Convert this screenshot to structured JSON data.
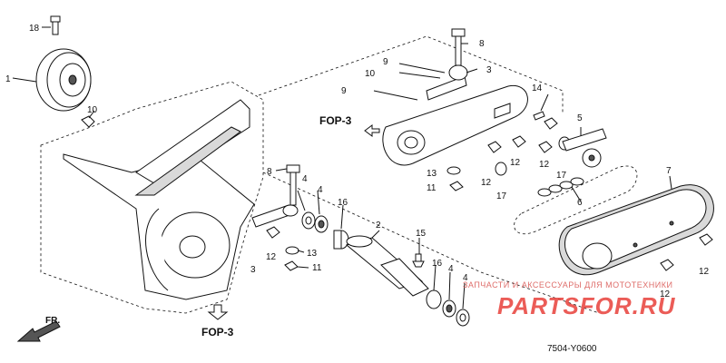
{
  "callouts": {
    "c1": "1",
    "c2": "2",
    "c3a": "3",
    "c3b": "3",
    "c4a": "4",
    "c4b": "4",
    "c4c": "4",
    "c5": "5",
    "c6": "6",
    "c7": "7",
    "c8a": "8",
    "c8b": "8",
    "c9a": "9",
    "c9b": "9",
    "c10a": "10",
    "c10b": "10",
    "c11a": "11",
    "c11b": "11",
    "c12a": "12",
    "c12b": "12",
    "c12c": "12",
    "c12d": "12",
    "c12e": "12",
    "c12f": "12",
    "c13a": "13",
    "c13b": "13",
    "c14": "14",
    "c15": "15",
    "c16a": "16",
    "c16b": "16",
    "c17a": "17",
    "c17b": "17",
    "c18": "18"
  },
  "refs": {
    "fop_top": "FOP-3",
    "fop_bottom": "FOP-3",
    "front_label": "FR."
  },
  "footer": {
    "diagram_code": "7504-Y0600"
  },
  "watermark": {
    "line1": "ЗАПЧАСТИ И АКСЕССУАРЫ ДЛЯ МОТОТЕХНИКИ",
    "line2": "PARTSFOR.RU"
  }
}
